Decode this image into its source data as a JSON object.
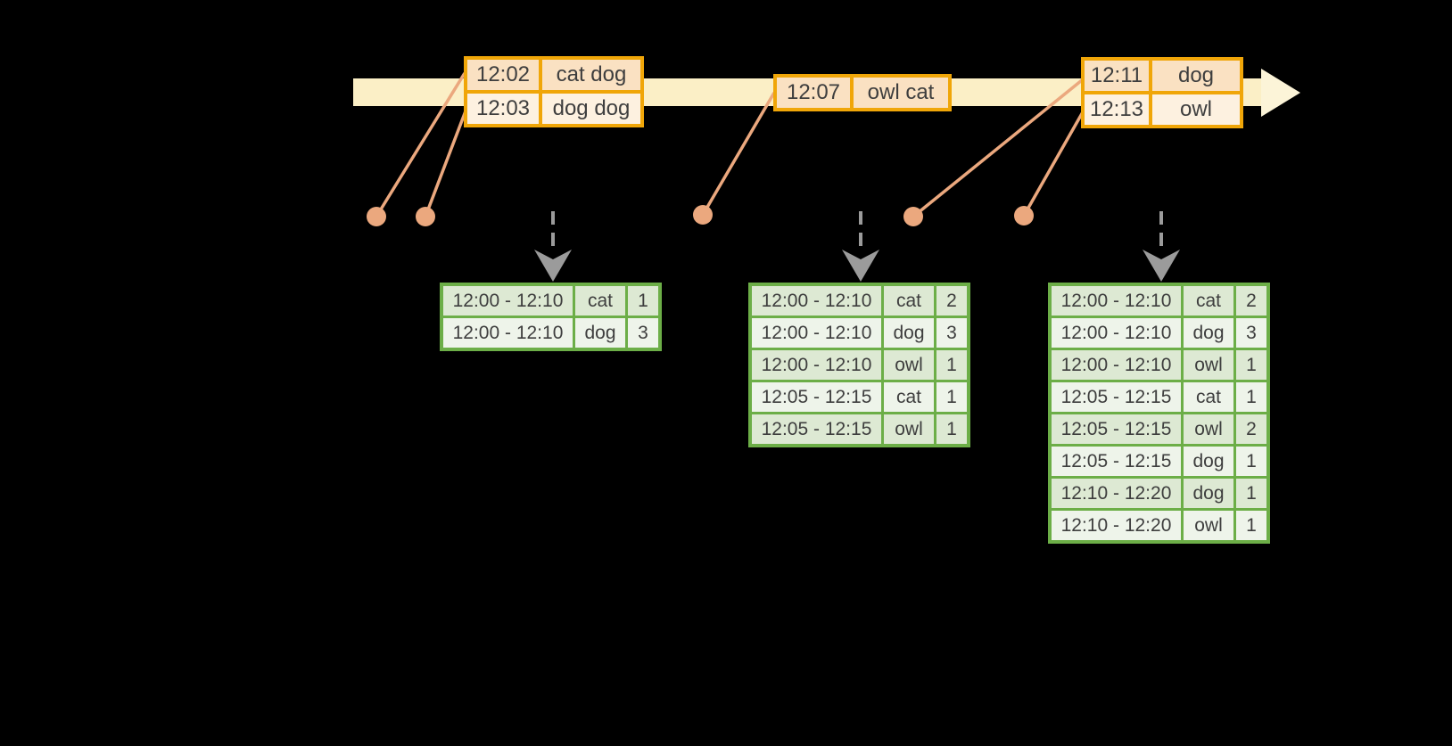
{
  "colors": {
    "background": "#000000",
    "timeline_bar": "#FBEFC6",
    "timeline_arrowhead": "#FCF4D8",
    "event_table_border": "#F0A608",
    "event_row_dark": "#FAE1C2",
    "event_row_light": "#FDF1E0",
    "connector_salmon": "#EBA87E",
    "result_table_border": "#6CAE47",
    "result_row_dark": "#DDE9D3",
    "result_row_light": "#EEF4EA",
    "dashed_arrow_gray": "#9B9B9B",
    "text": "#3E3E3E"
  },
  "icons": {
    "timeline_arrow": "right-arrow",
    "event_dot": "filled-circle",
    "down_arrow": "dashed-chevron-down-arrow"
  },
  "event_tables": [
    {
      "rows": [
        {
          "time": "12:02",
          "words": "cat dog"
        },
        {
          "time": "12:03",
          "words": "dog dog"
        }
      ]
    },
    {
      "rows": [
        {
          "time": "12:07",
          "words": "owl cat"
        }
      ]
    },
    {
      "rows": [
        {
          "time": "12:11",
          "words": "dog"
        },
        {
          "time": "12:13",
          "words": "owl"
        }
      ]
    }
  ],
  "result_tables": [
    {
      "rows": [
        {
          "window": "12:00 - 12:10",
          "word": "cat",
          "count": "1"
        },
        {
          "window": "12:00 - 12:10",
          "word": "dog",
          "count": "3"
        }
      ]
    },
    {
      "rows": [
        {
          "window": "12:00 - 12:10",
          "word": "cat",
          "count": "2"
        },
        {
          "window": "12:00 - 12:10",
          "word": "dog",
          "count": "3"
        },
        {
          "window": "12:00 - 12:10",
          "word": "owl",
          "count": "1"
        },
        {
          "window": "12:05 - 12:15",
          "word": "cat",
          "count": "1"
        },
        {
          "window": "12:05 - 12:15",
          "word": "owl",
          "count": "1"
        }
      ]
    },
    {
      "rows": [
        {
          "window": "12:00 - 12:10",
          "word": "cat",
          "count": "2"
        },
        {
          "window": "12:00 - 12:10",
          "word": "dog",
          "count": "3"
        },
        {
          "window": "12:00 - 12:10",
          "word": "owl",
          "count": "1"
        },
        {
          "window": "12:05 - 12:15",
          "word": "cat",
          "count": "1"
        },
        {
          "window": "12:05 - 12:15",
          "word": "owl",
          "count": "2"
        },
        {
          "window": "12:05 - 12:15",
          "word": "dog",
          "count": "1"
        },
        {
          "window": "12:10 - 12:20",
          "word": "dog",
          "count": "1"
        },
        {
          "window": "12:10 - 12:20",
          "word": "owl",
          "count": "1"
        }
      ]
    }
  ]
}
